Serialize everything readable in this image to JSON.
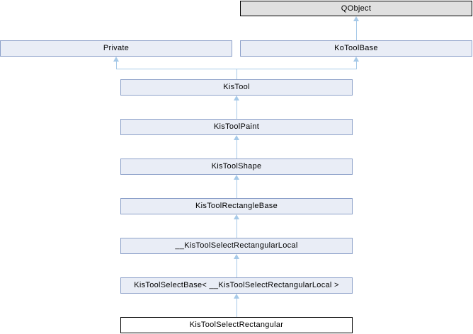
{
  "diagram": {
    "type": "class-inheritance-graph",
    "nodes": [
      {
        "id": "qobject",
        "label": "QObject",
        "style": "external"
      },
      {
        "id": "private",
        "label": "Private",
        "style": "documented"
      },
      {
        "id": "kotoolbase",
        "label": "KoToolBase",
        "style": "documented"
      },
      {
        "id": "kistool",
        "label": "KisTool",
        "style": "documented"
      },
      {
        "id": "kistoolpaint",
        "label": "KisToolPaint",
        "style": "documented"
      },
      {
        "id": "kistoolshape",
        "label": "KisToolShape",
        "style": "documented"
      },
      {
        "id": "kistoolrectanglebase",
        "label": "KisToolRectangleBase",
        "style": "documented"
      },
      {
        "id": "kistoolselectrectangularlocal",
        "label": "__KisToolSelectRectangularLocal",
        "style": "documented"
      },
      {
        "id": "kistoolselectbase",
        "label": "KisToolSelectBase< __KisToolSelectRectangularLocal >",
        "style": "documented"
      },
      {
        "id": "kistoolselectrectangular",
        "label": "KisToolSelectRectangular",
        "style": "current"
      }
    ],
    "edges": [
      {
        "from": "KoToolBase",
        "to": "QObject"
      },
      {
        "from": "KisTool",
        "to": "Private"
      },
      {
        "from": "KisTool",
        "to": "KoToolBase"
      },
      {
        "from": "KisToolPaint",
        "to": "KisTool"
      },
      {
        "from": "KisToolShape",
        "to": "KisToolPaint"
      },
      {
        "from": "KisToolRectangleBase",
        "to": "KisToolShape"
      },
      {
        "from": "__KisToolSelectRectangularLocal",
        "to": "KisToolRectangleBase"
      },
      {
        "from": "KisToolSelectBase< __KisToolSelectRectangularLocal >",
        "to": "__KisToolSelectRectangularLocal"
      },
      {
        "from": "KisToolSelectRectangular",
        "to": "KisToolSelectBase< __KisToolSelectRectangularLocal >"
      }
    ],
    "colors": {
      "node_fill": "#E9EDF6",
      "node_border": "#8CA0C9",
      "external_fill": "#E0E0E0",
      "current_fill": "#FFFFFF",
      "black_border": "#000000",
      "edge": "#A6C9E8",
      "text": "#000000",
      "background": "#FFFFFF"
    }
  }
}
